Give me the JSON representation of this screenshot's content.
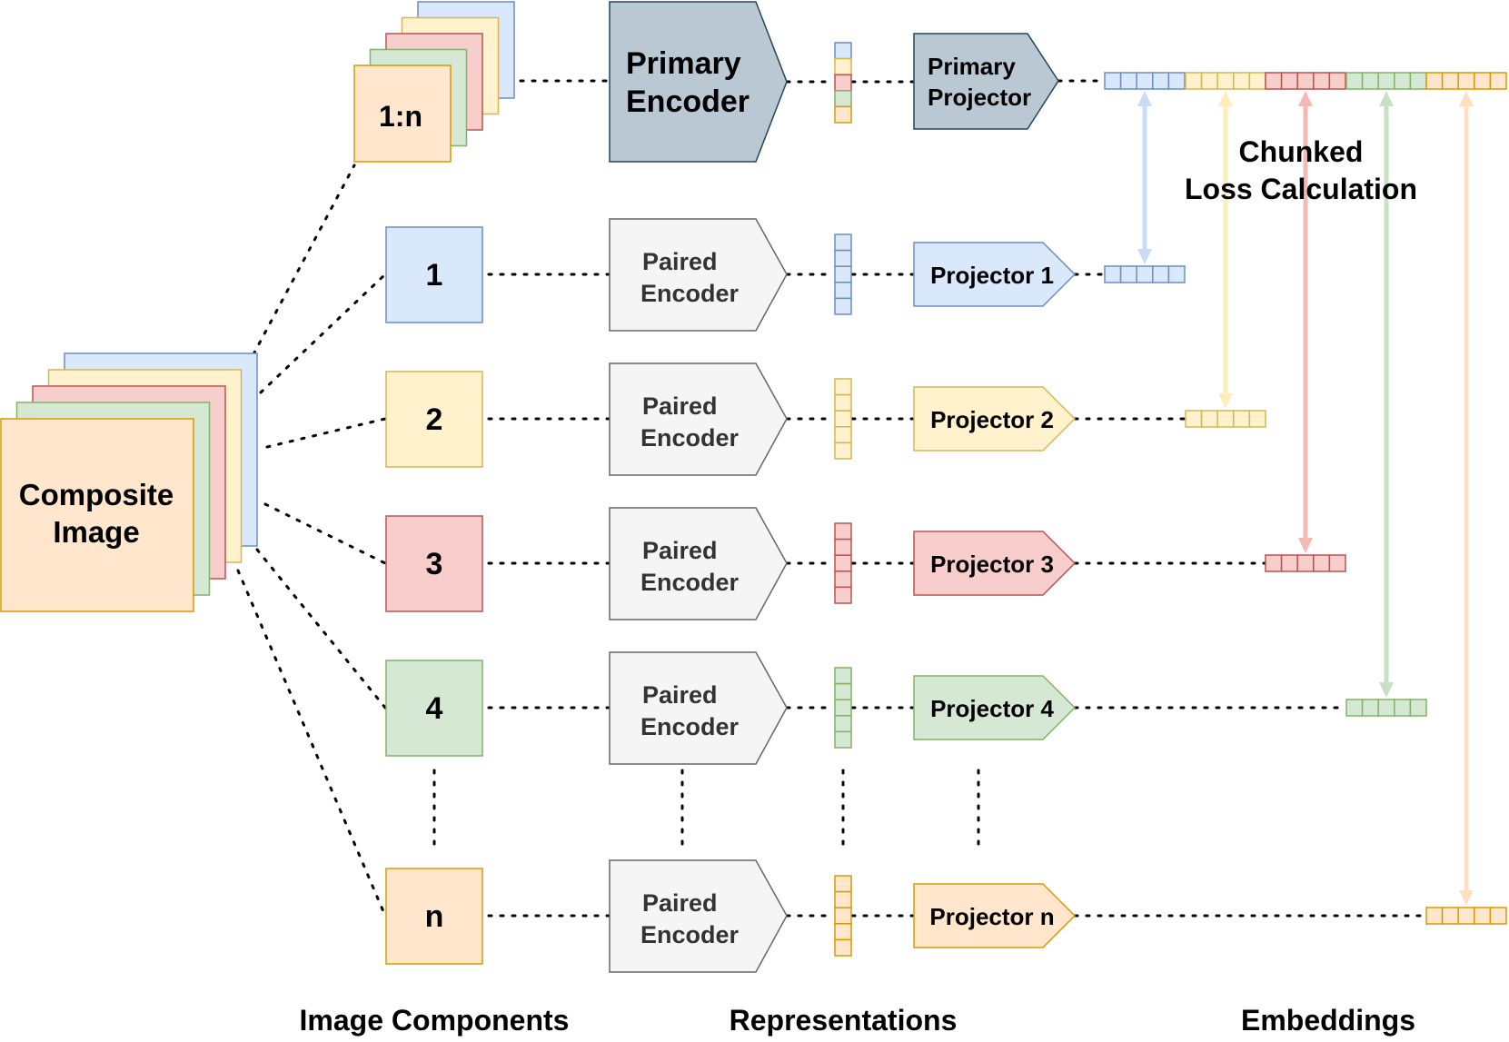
{
  "labels": {
    "composite_image": [
      "Composite",
      "Image"
    ],
    "stack_label": "1:n",
    "primary_encoder": [
      "Primary",
      "Encoder"
    ],
    "primary_projector": [
      "Primary",
      "Projector"
    ],
    "chunked_loss": [
      "Chunked",
      "Loss Calculation"
    ],
    "paired_encoder": [
      "Paired",
      "Encoder"
    ],
    "section_image_components": "Image Components",
    "section_representations": "Representations",
    "section_embeddings": "Embeddings"
  },
  "components": [
    {
      "id": "1",
      "label": "1",
      "projector": "Projector 1",
      "fill": "#dae8fc",
      "stroke": "#6c8ebf",
      "arrow": "#c9dcf6"
    },
    {
      "id": "2",
      "label": "2",
      "projector": "Projector 2",
      "fill": "#fff2cc",
      "stroke": "#d6b656",
      "arrow": "#fdeeb8"
    },
    {
      "id": "3",
      "label": "3",
      "projector": "Projector 3",
      "fill": "#f8cecc",
      "stroke": "#b85450",
      "arrow": "#f3b9b7"
    },
    {
      "id": "4",
      "label": "4",
      "projector": "Projector 4",
      "fill": "#d5e8d4",
      "stroke": "#82b366",
      "arrow": "#c8e0c6"
    },
    {
      "id": "n",
      "label": "n",
      "projector": "Projector n",
      "fill": "#ffe6cc",
      "stroke": "#d79b00",
      "arrow": "#fde0c4"
    }
  ],
  "colors": {
    "primary_fill": "#bac8d3",
    "primary_stroke": "#23445d",
    "paired_fill": "#f5f5f5",
    "paired_stroke": "#666666",
    "paired_text": "#333333"
  }
}
